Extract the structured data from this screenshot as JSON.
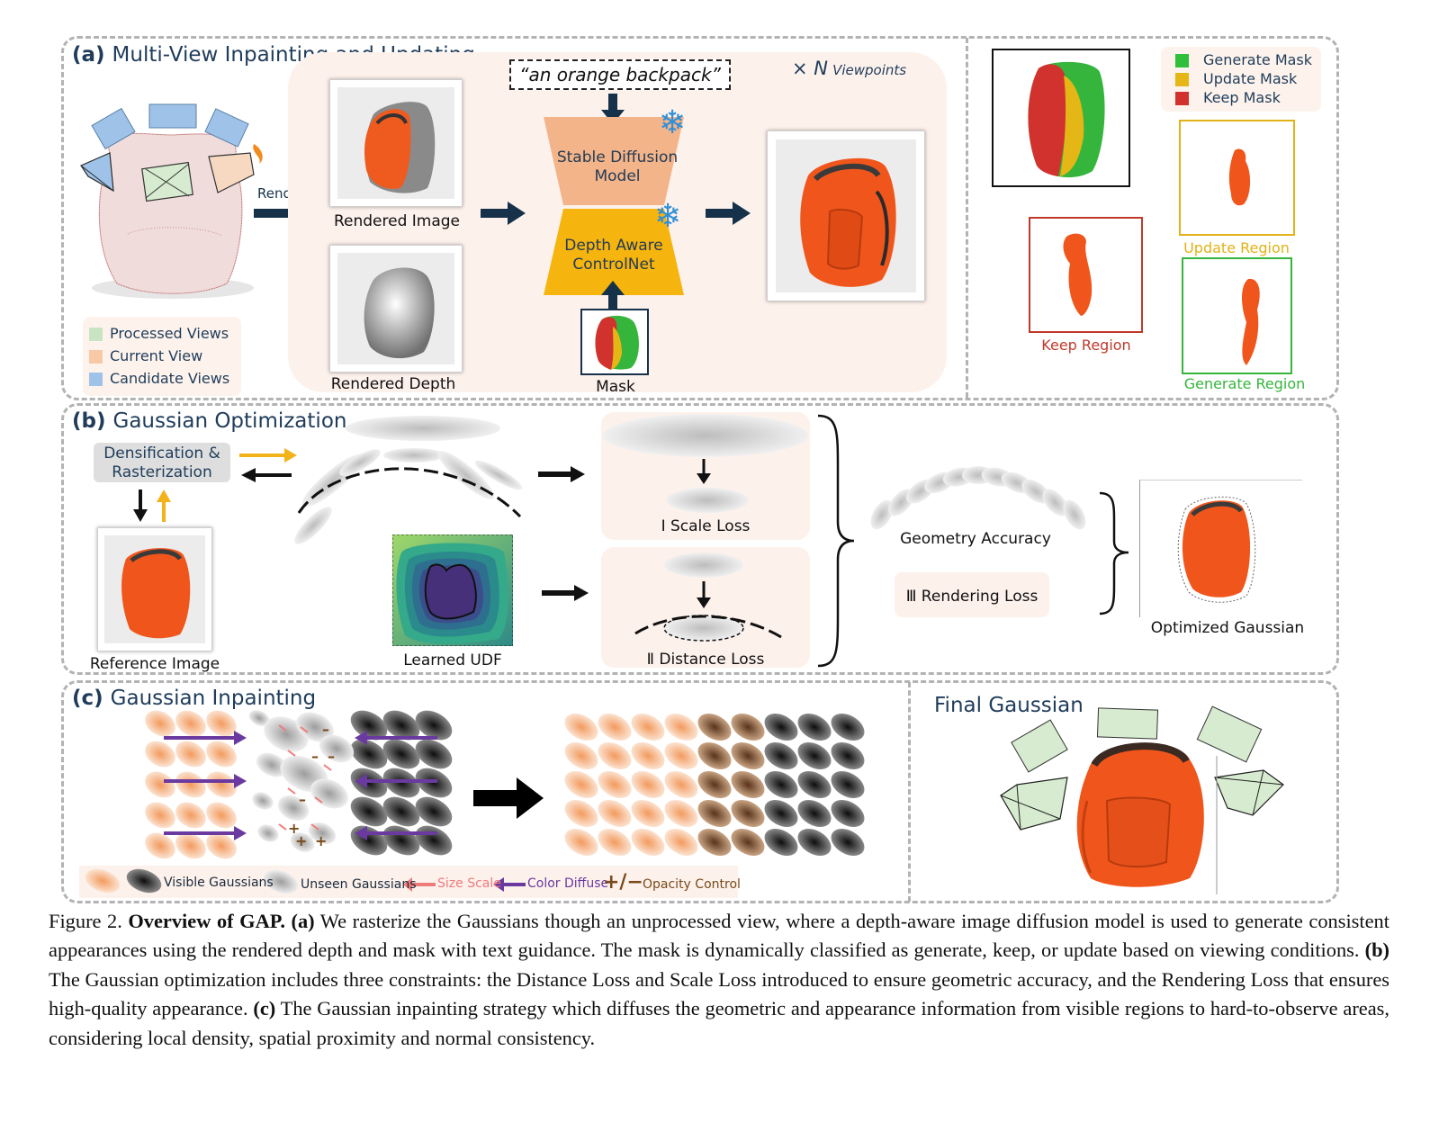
{
  "panel_a": {
    "letter": "(a)",
    "title": "Multi-View Inpainting and Updating",
    "render_label": "Render",
    "rendered_image": "Rendered Image",
    "rendered_depth": "Rendered Depth",
    "prompt": "“an orange backpack”",
    "viewpoints_x": "× N",
    "viewpoints_word": "Viewpoints",
    "sd_model_line1": "Stable Diffusion",
    "sd_model_line2": "Model",
    "controlnet_line1": "Depth Aware",
    "controlnet_line2": "ControlNet",
    "mask_label": "Mask",
    "view_legend": [
      {
        "label": "Processed Views",
        "color": "#c9e4c3"
      },
      {
        "label": "Current View",
        "color": "#f7c9a6"
      },
      {
        "label": "Candidate Views",
        "color": "#9fc3e8"
      }
    ],
    "mask_legend": [
      {
        "label": "Generate Mask",
        "color": "#2fbf3a"
      },
      {
        "label": "Update Mask",
        "color": "#e4b616"
      },
      {
        "label": "Keep Mask",
        "color": "#d1322e"
      }
    ],
    "keep_region": "Keep Region",
    "update_region": "Update Region",
    "generate_region": "Generate Region"
  },
  "panel_b": {
    "letter": "(b)",
    "title": "Gaussian Optimization",
    "densification_line1": "Densification &",
    "densification_line2": "Rasterization",
    "reference_image": "Reference Image",
    "learned_udf": "Learned UDF",
    "scale_loss": "Ⅰ Scale Loss",
    "distance_loss": "Ⅱ Distance Loss",
    "geometry_accuracy": "Geometry Accuracy",
    "rendering_loss": "Ⅲ Rendering Loss",
    "optimized_gaussian": "Optimized Gaussian"
  },
  "panel_c": {
    "letter": "(c)",
    "title": "Gaussian Inpainting",
    "final_gaussian": "Final Gaussian",
    "legend": {
      "visible": "Visible Gaussians",
      "unseen": "Unseen Gaussians",
      "size_scale": "Size Scale",
      "color_diffuse": "Color Diffuse",
      "opacity_symbol": "+/−",
      "opacity": "Opacity Control"
    }
  },
  "caption": {
    "fig": "Figure 2.",
    "title": "Overview of GAP.",
    "a": "(a)",
    "text_a": "We rasterize the Gaussians though an unprocessed view, where a depth-aware image diffusion model is used to generate consistent appearances using the rendered depth and mask with text guidance.  The mask is dynamically classified as generate, keep, or update based on viewing conditions.",
    "b": "(b)",
    "text_b": "The Gaussian optimization includes three constraints: the Distance Loss and Scale Loss introduced to ensure geometric accuracy, and the Rendering Loss that ensures high-quality appearance.",
    "c": "(c)",
    "text_c": "The Gaussian inpainting strategy which diffuses the geometric and appearance information from visible regions to hard-to-observe areas, considering local density, spatial proximity and normal consistency."
  },
  "colors": {
    "title_blue": "#1f3c5a",
    "arrow_navy": "#16324a",
    "sd_salmon": "#f4b48a",
    "controlnet_orange": "#f6b40e",
    "backpack_orange": "#f0561c",
    "keep_red": "#c0392b",
    "update_yellow": "#e2b216",
    "generate_green": "#35b53c",
    "purple": "#6a3aa0",
    "pink": "#f07b7b"
  }
}
